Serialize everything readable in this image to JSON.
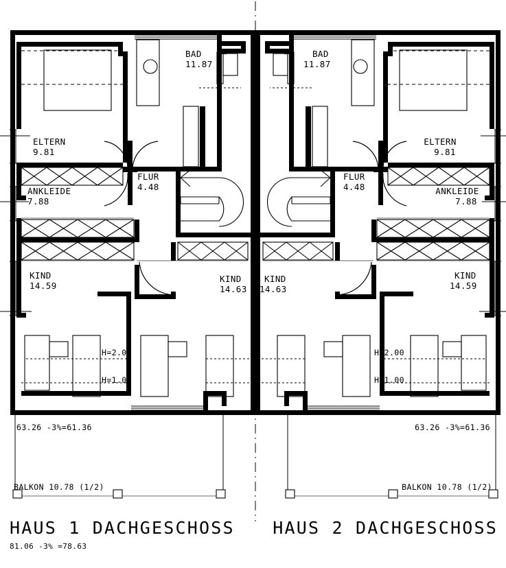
{
  "drawing": {
    "type": "architectural-floor-plan",
    "discipline": "residential",
    "level": "Dachgeschoss",
    "units": "m / m²",
    "mirrored_pair": true
  },
  "houses": [
    {
      "id": "haus-1",
      "side": "left",
      "title": "HAUS 1 DACHGESCHOSS",
      "title_sub": "81.06  -3% =78.63",
      "area_note": "63.26  -3%=61.36",
      "balcony_note": "BALKON 10.78 (1/2)",
      "rooms": [
        {
          "key": "eltern",
          "name": "ELTERN",
          "area": "9.81"
        },
        {
          "key": "ankleide",
          "name": "ANKLEIDE",
          "area": "7.88"
        },
        {
          "key": "bad",
          "name": "BAD",
          "area": "11.87"
        },
        {
          "key": "flur",
          "name": "FLUR",
          "area": "4.48"
        },
        {
          "key": "kind-a",
          "name": "KIND",
          "area": "14.59"
        },
        {
          "key": "kind-b",
          "name": "KIND",
          "area": "14.63"
        }
      ],
      "height_notes": [
        {
          "key": "h200",
          "label": "H=2.00"
        },
        {
          "key": "h100",
          "label": "H=1.00"
        }
      ]
    },
    {
      "id": "haus-2",
      "side": "right",
      "title": "HAUS 2 DACHGESCHOSS",
      "title_sub": "",
      "area_note": "63.26  -3%=61.36",
      "balcony_note": "BALKON 10.78 (1/2)",
      "rooms": [
        {
          "key": "eltern",
          "name": "ELTERN",
          "area": "9.81"
        },
        {
          "key": "ankleide",
          "name": "ANKLEIDE",
          "area": "7.88"
        },
        {
          "key": "bad",
          "name": "BAD",
          "area": "11.87"
        },
        {
          "key": "flur",
          "name": "FLUR",
          "area": "4.48"
        },
        {
          "key": "kind-a",
          "name": "KIND",
          "area": "14.59"
        },
        {
          "key": "kind-b",
          "name": "KIND",
          "area": "14.63"
        }
      ],
      "height_notes": [
        {
          "key": "h200",
          "label": "H=2.00"
        },
        {
          "key": "h100",
          "label": "H=1.00"
        }
      ]
    }
  ],
  "labels": {
    "h1_eltern_name": "ELTERN",
    "h1_eltern_area": "9.81",
    "h1_ankleide_name": "ANKLEIDE",
    "h1_ankleide_area": "7.88",
    "h1_bad_name": "BAD",
    "h1_bad_area": "11.87",
    "h1_flur_name": "FLUR",
    "h1_flur_area": "4.48",
    "h1_kind_left_name": "KIND",
    "h1_kind_left_area": "14.59",
    "h1_kind_right_name": "KIND",
    "h1_kind_right_area": "14.63",
    "h1_h200": "H=2.00",
    "h1_h100": "H=1.00",
    "h1_area_note": "63.26  -3%=61.36",
    "h1_balkon": "BALKON 10.78 (1/2)",
    "h1_title": "HAUS 1 DACHGESCHOSS",
    "h1_title_sub": "81.06  -3% =78.63",
    "h2_eltern_name": "ELTERN",
    "h2_eltern_area": "9.81",
    "h2_ankleide_name": "ANKLEIDE",
    "h2_ankleide_area": "7.88",
    "h2_bad_name": "BAD",
    "h2_bad_area": "11.87",
    "h2_flur_name": "FLUR",
    "h2_flur_area": "4.48",
    "h2_kind_left_name": "KIND",
    "h2_kind_left_area": "14.63",
    "h2_kind_right_name": "KIND",
    "h2_kind_right_area": "14.59",
    "h2_h200": "H=2.00",
    "h2_h100": "H=1.00",
    "h2_area_note": "63.26  -3%=61.36",
    "h2_balkon": "BALKON 10.78 (1/2)",
    "h2_title": "HAUS 2 DACHGESCHOSS",
    "h2_title_sub": ""
  },
  "colors": {
    "wall": "#000000",
    "thin": "#000000",
    "grey_line": "#888888",
    "background": "#ffffff"
  }
}
